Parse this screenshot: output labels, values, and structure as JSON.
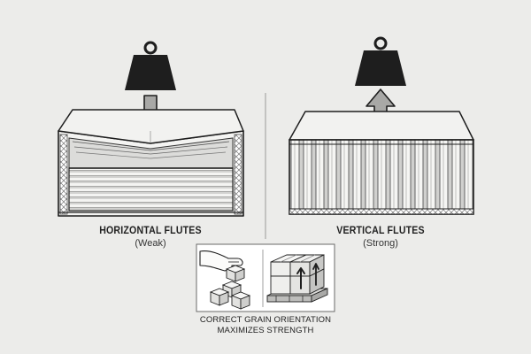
{
  "left_panel": {
    "title": "HORIZONTAL FLUTES",
    "subtitle": "(Weak)",
    "arrow_direction": "down"
  },
  "right_panel": {
    "title": "VERTICAL FLUTES",
    "subtitle": "(Strong)",
    "arrow_direction": "up"
  },
  "inset": {
    "caption_line1": "CORRECT GRAIN ORIENTATION",
    "caption_line2": "MAXIMIZES STRENGTH"
  },
  "colors": {
    "background": "#ececea",
    "ink": "#1e1e1e",
    "board_fill": "#f4f4f2",
    "flute_shade": "#c9c9c7",
    "arrow_fill": "#a8a8a6"
  }
}
